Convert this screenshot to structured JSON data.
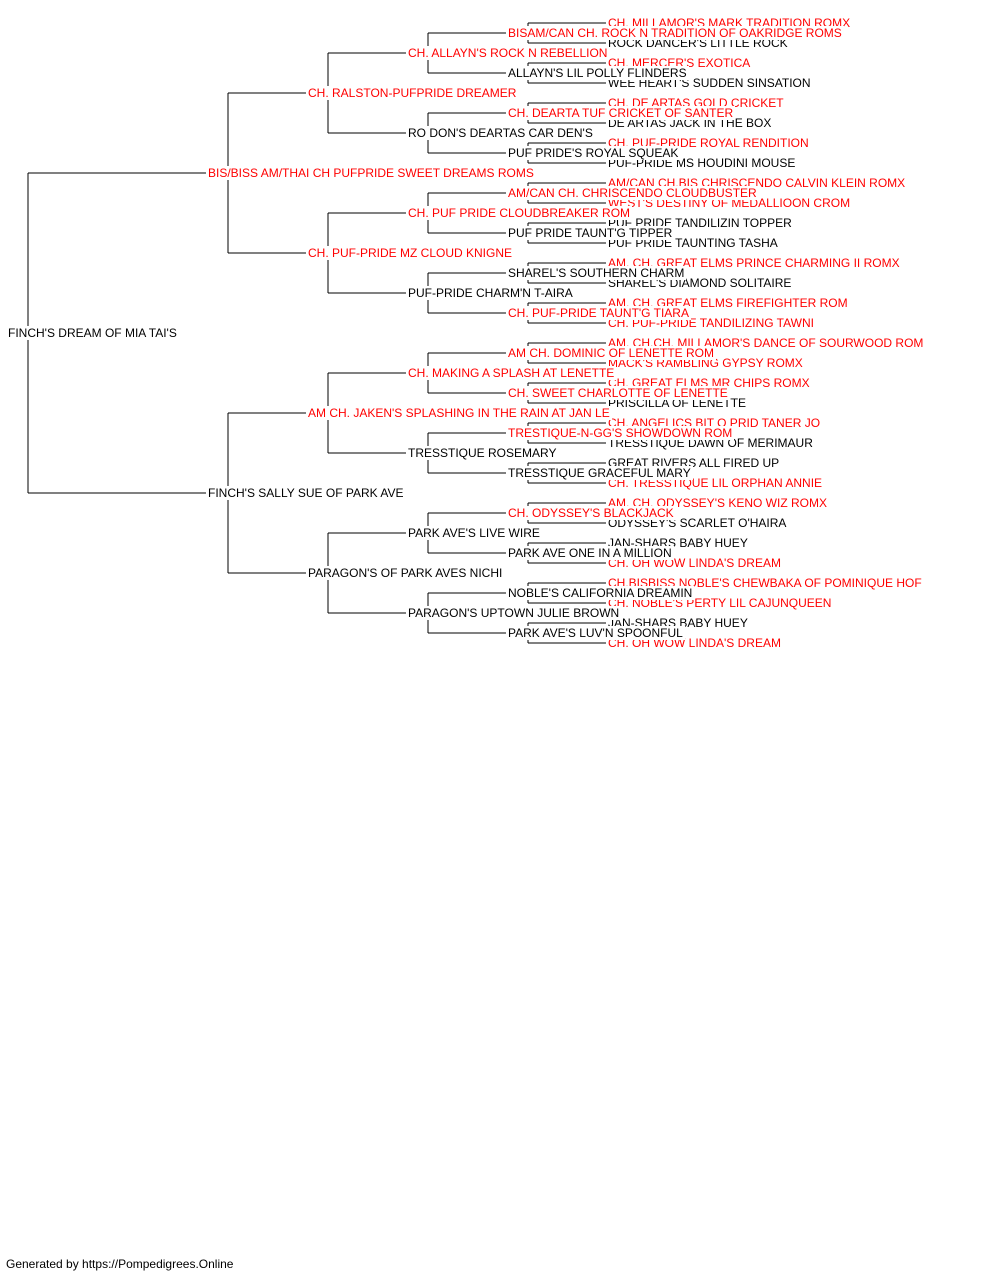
{
  "colors": {
    "champion": "#ff0000",
    "normal": "#000000",
    "line": "#000000"
  },
  "pedigree": {
    "name": "FINCH'S DREAM OF MIA TAI'S",
    "champion": false,
    "sire": {
      "name": "BIS/BISS AM/THAI CH PUFPRIDE SWEET DREAMS ROMS",
      "champion": true,
      "sire": {
        "name": "CH. RALSTON-PUFPRIDE DREAMER",
        "champion": true,
        "sire": {
          "name": "CH. ALLAYN'S ROCK N REBELLION",
          "champion": true,
          "sire": {
            "name": "BISAM/CAN CH. ROCK N TRADITION OF OAKRIDGE ROMS",
            "champion": true,
            "sire": {
              "name": "CH. MILLAMOR'S MARK TRADITION ROMX",
              "champion": true
            },
            "dam": {
              "name": "ROCK DANCER'S LITTLE ROCK",
              "champion": false
            }
          },
          "dam": {
            "name": "ALLAYN'S LIL POLLY FLINDERS",
            "champion": false,
            "sire": {
              "name": "CH. MERCER'S EXOTICA",
              "champion": true
            },
            "dam": {
              "name": "WEE HEART'S SUDDEN SINSATION",
              "champion": false
            }
          }
        },
        "dam": {
          "name": "RO DON'S DEARTAS CAR DEN'S",
          "champion": false,
          "sire": {
            "name": "CH. DEARTA TUF CRICKET OF SANTER",
            "champion": true,
            "sire": {
              "name": "CH. DE ARTAS GOLD CRICKET",
              "champion": true
            },
            "dam": {
              "name": "DE ARTAS JACK IN THE BOX",
              "champion": false
            }
          },
          "dam": {
            "name": "PUF PRIDE'S ROYAL SQUEAK",
            "champion": false,
            "sire": {
              "name": "CH. PUF-PRIDE ROYAL RENDITION",
              "champion": true
            },
            "dam": {
              "name": "PUF-PRIDE MS HOUDINI MOUSE",
              "champion": false
            }
          }
        }
      },
      "dam": {
        "name": "CH. PUF-PRIDE MZ CLOUD KNIGNE",
        "champion": true,
        "sire": {
          "name": "CH. PUF PRIDE CLOUDBREAKER ROM",
          "champion": true,
          "sire": {
            "name": "AM/CAN CH. CHRISCENDO CLOUDBUSTER",
            "champion": true,
            "sire": {
              "name": "AM/CAN CH.BIS CHRISCENDO CALVIN KLEIN ROMX",
              "champion": true
            },
            "dam": {
              "name": "WEST'S DESTINY OF MEDALLIOON CROM",
              "champion": true
            }
          },
          "dam": {
            "name": "PUF PRIDE TAUNT'G TIPPER",
            "champion": false,
            "sire": {
              "name": "PUF PRIDE TANDILIZIN TOPPER",
              "champion": false
            },
            "dam": {
              "name": "PUF PRIDE TAUNTING TASHA",
              "champion": false
            }
          }
        },
        "dam": {
          "name": "PUF-PRIDE CHARM'N T-AIRA",
          "champion": false,
          "sire": {
            "name": "SHAREL'S SOUTHERN CHARM",
            "champion": false,
            "sire": {
              "name": "AM. CH. GREAT ELMS PRINCE CHARMING II ROMX",
              "champion": true
            },
            "dam": {
              "name": "SHAREL'S DIAMOND SOLITAIRE",
              "champion": false
            }
          },
          "dam": {
            "name": "CH. PUF-PRIDE TAUNT'G TIARA",
            "champion": true,
            "sire": {
              "name": "AM. CH. GREAT ELMS FIREFIGHTER ROM",
              "champion": true
            },
            "dam": {
              "name": "CH. PUF-PRIDE TANDILIZING TAWNI",
              "champion": true
            }
          }
        }
      }
    },
    "dam": {
      "name": "FINCH'S SALLY SUE OF PARK AVE",
      "champion": false,
      "sire": {
        "name": "AM CH. JAKEN'S SPLASHING IN THE RAIN AT JAN LE",
        "champion": true,
        "sire": {
          "name": "CH. MAKING A SPLASH AT LENETTE",
          "champion": true,
          "sire": {
            "name": "AM CH. DOMINIC OF LENETTE ROM",
            "champion": true,
            "sire": {
              "name": "AM. CH.CH. MILLAMOR'S DANCE OF SOURWOOD ROM",
              "champion": true
            },
            "dam": {
              "name": "MACK'S RAMBLING GYPSY ROMX",
              "champion": true
            }
          },
          "dam": {
            "name": "CH. SWEET CHARLOTTE OF LENETTE",
            "champion": true,
            "sire": {
              "name": "CH. GREAT ELMS MR CHIPS ROMX",
              "champion": true
            },
            "dam": {
              "name": "PRISCILLA OF LENETTE",
              "champion": false
            }
          }
        },
        "dam": {
          "name": "TRESSTIQUE ROSEMARY",
          "champion": false,
          "sire": {
            "name": "TRESTIQUE-N-GG'S SHOWDOWN ROM",
            "champion": true,
            "sire": {
              "name": "CH. ANGELICS BIT O PRID TANER JO",
              "champion": true
            },
            "dam": {
              "name": "TRESSTIQUE DAWN OF MERIMAUR",
              "champion": false
            }
          },
          "dam": {
            "name": "TRESSTIQUE GRACEFUL MARY",
            "champion": false,
            "sire": {
              "name": "GREAT RIVERS ALL FIRED UP",
              "champion": false
            },
            "dam": {
              "name": "CH. TRESSTIQUE LIL ORPHAN ANNIE",
              "champion": true
            }
          }
        }
      },
      "dam": {
        "name": "PARAGON'S OF PARK AVES NICHI",
        "champion": false,
        "sire": {
          "name": "PARK AVE'S LIVE WIRE",
          "champion": false,
          "sire": {
            "name": "CH. ODYSSEY'S BLACKJACK",
            "champion": true,
            "sire": {
              "name": "AM. CH. ODYSSEY'S KENO WIZ ROMX",
              "champion": true
            },
            "dam": {
              "name": "ODYSSEY'S SCARLET O'HAIRA",
              "champion": false
            }
          },
          "dam": {
            "name": "PARK AVE ONE IN A MILLION",
            "champion": false,
            "sire": {
              "name": "JAN-SHARS BABY HUEY",
              "champion": false
            },
            "dam": {
              "name": "CH. OH WOW LINDA'S DREAM",
              "champion": true
            }
          }
        },
        "dam": {
          "name": "PARAGON'S UPTOWN JULIE BROWN",
          "champion": false,
          "sire": {
            "name": "NOBLE'S CALIFORNIA DREAMIN",
            "champion": false,
            "sire": {
              "name": "CH.BISBISS NOBLE'S CHEWBAKA OF POMINIQUE HOF",
              "champion": true
            },
            "dam": {
              "name": "CH. NOBLE'S PERTY LIL CAJUNQUEEN",
              "champion": true
            }
          },
          "dam": {
            "name": "PARK AVE'S LUV'N SPOONFUL",
            "champion": false,
            "sire": {
              "name": "JAN-SHARS BABY HUEY",
              "champion": false
            },
            "dam": {
              "name": "CH. OH WOW LINDA'S DREAM",
              "champion": true
            }
          }
        }
      }
    }
  },
  "footer": "Generated by https://Pompedigrees.Online"
}
